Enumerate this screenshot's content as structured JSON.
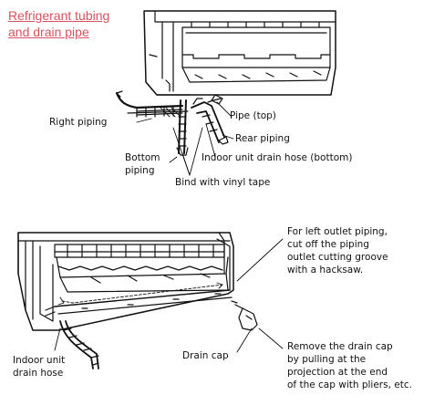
{
  "title": "Refrigerant tubing\nand drain pipe",
  "labels": {
    "right_piping": "Right piping",
    "pipe_top": "Pipe (top)",
    "rear_piping": "Rear piping",
    "bottom_piping": "Bottom\npiping",
    "indoor_drain_hose_bottom": "Indoor unit drain hose (bottom)",
    "bind_vinyl": "Bind with vinyl tape",
    "left_outlet_note": "For left outlet piping,\ncut off the piping\noutlet cutting groove\nwith a hacksaw.",
    "drain_cap": "Drain cap",
    "indoor_unit_drain_hose": "Indoor unit\ndrain hose",
    "remove_cap_note": "Remove the drain cap\nby pulling at the\nprojection at the end\nof the cap with pliers, etc."
  },
  "colors": {
    "title": "#d9535f",
    "line": "#111111"
  }
}
